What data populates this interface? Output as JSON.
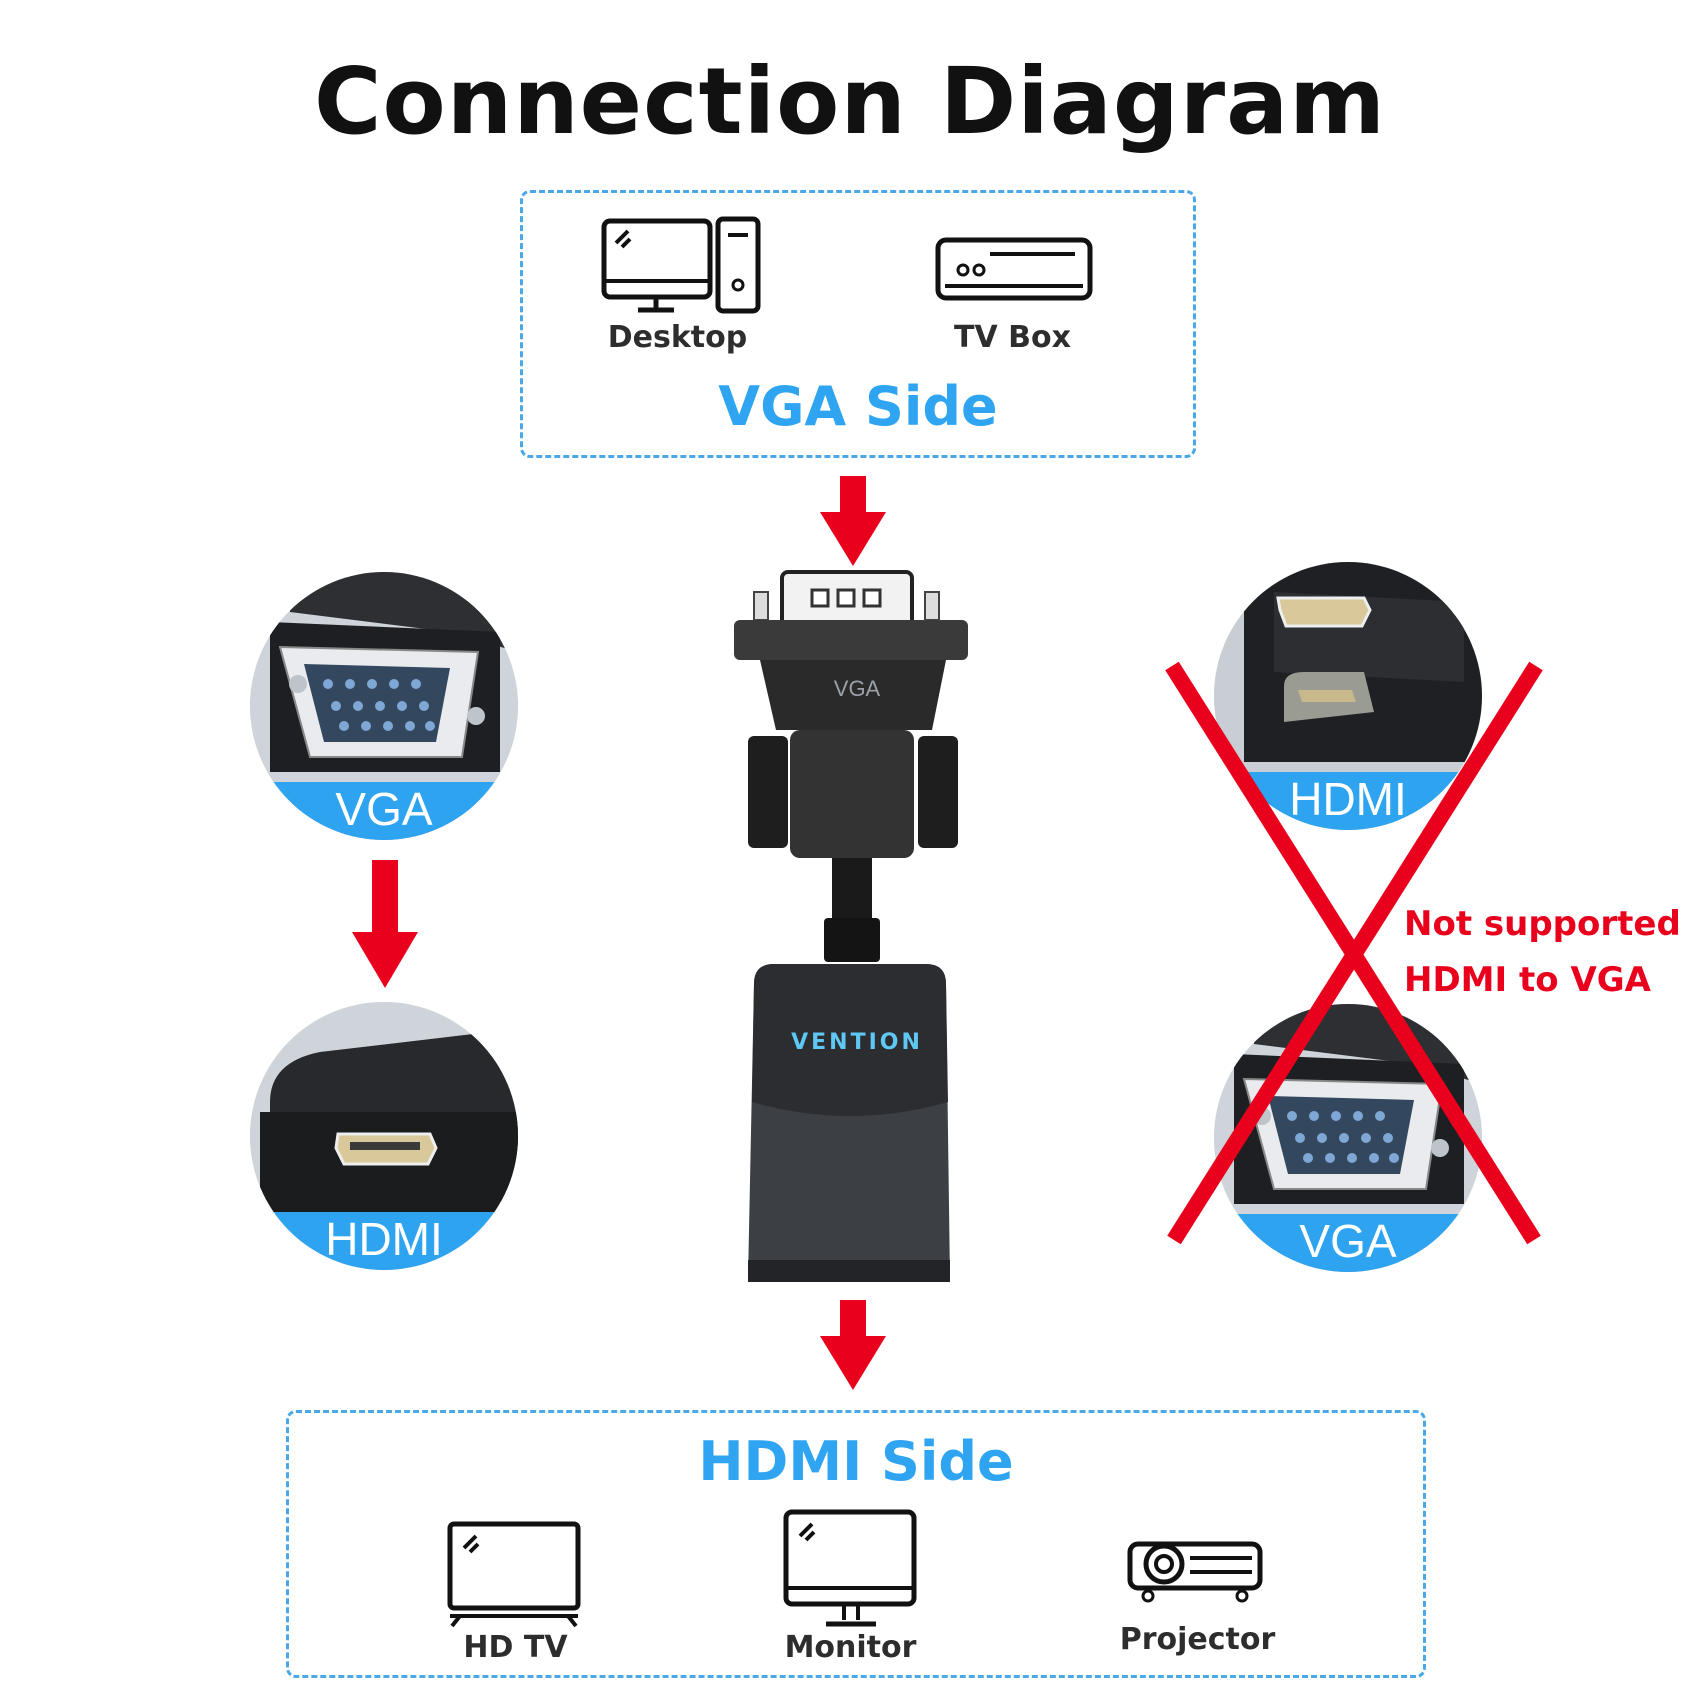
{
  "title": "Connection Diagram",
  "vga_side": {
    "label": "VGA Side",
    "devices": [
      {
        "label": "Desktop",
        "icon": "desktop-computer-icon"
      },
      {
        "label": "TV Box",
        "icon": "tv-box-icon"
      }
    ]
  },
  "hdmi_side": {
    "label": "HDMI Side",
    "devices": [
      {
        "label": "HD TV",
        "icon": "hd-tv-icon"
      },
      {
        "label": "Monitor",
        "icon": "monitor-icon"
      },
      {
        "label": "Projector",
        "icon": "projector-icon"
      }
    ]
  },
  "left_flow": {
    "top_port": "VGA",
    "bottom_port": "HDMI"
  },
  "right_flow": {
    "top_port": "HDMI",
    "bottom_port": "VGA",
    "note_line1": "Not supported",
    "note_line2": "HDMI to VGA"
  },
  "adapter": {
    "connector_text": "VGA",
    "brand": "VENTION"
  },
  "colors": {
    "accent_blue": "#2fa4f0",
    "arrow_red": "#e8001c",
    "dash_blue": "#4aa8e8"
  }
}
